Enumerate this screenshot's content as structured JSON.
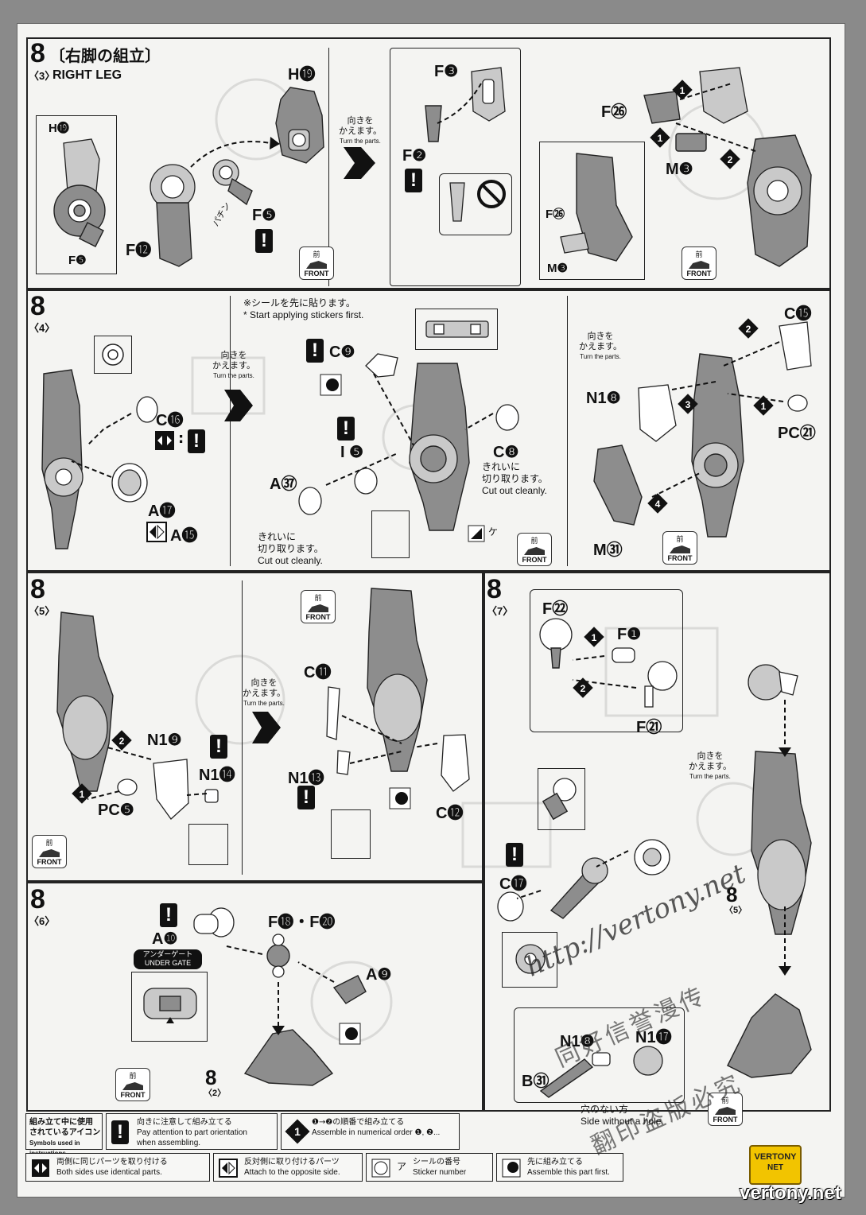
{
  "steps": {
    "s3": {
      "number": "8",
      "sub": "〈3〉",
      "title_jp": "〔右脚の組立〕",
      "title_en": "RIGHT LEG",
      "labels": {
        "h19_top": "H⓳",
        "h19_left": "H⓳",
        "f5_left": "F❺",
        "f12": "F⓬",
        "f5": "F❺",
        "f3": "F❸",
        "f2": "F❷",
        "f26": "F㉖",
        "f26_inset": "F㉖",
        "m3_inset": "M❸",
        "m3": "M❸"
      },
      "click_text": "パチン"
    },
    "s4": {
      "number": "8",
      "sub": "〈4〉",
      "labels": {
        "c16": "C⓰",
        "a17": "A⓱",
        "a15": "A⓯",
        "c9": "C❾",
        "i5": "I ❺",
        "a37": "A㊲",
        "c8": "C❽",
        "n18": "N1❽",
        "pc21": "PC㉑",
        "c15": "C⓯",
        "m31": "M㉛"
      },
      "sticker_note_jp": "※シールを先に貼ります。",
      "sticker_note_en": "* Start applying stickers first.",
      "cut_jp": "きれいに",
      "cut_jp2": "切り取ります。",
      "cut_en": "Cut out cleanly.",
      "cut2_jp": "きれいに",
      "cut2_jp2": "切り取ります。",
      "cut2_en": "Cut out cleanly.",
      "sticker_ke": "ケ"
    },
    "s5": {
      "number": "8",
      "sub": "〈5〉",
      "labels": {
        "n19": "N1❾",
        "n14": "N1⓮",
        "pc5": "PC❺",
        "c11": "C⓫",
        "n13": "N1⓭",
        "c12": "C⓬"
      }
    },
    "s6": {
      "number": "8",
      "sub": "〈6〉",
      "labels": {
        "a10": "A❿",
        "f18": "F⓲・F⓴",
        "a9": "A❾",
        "ref_num": "8",
        "ref_sub": "〈2〉"
      },
      "under_gate_jp": "アンダーゲート",
      "under_gate_en": "UNDER GATE"
    },
    "s7": {
      "number": "8",
      "sub": "〈7〉",
      "labels": {
        "f22": "F㉒",
        "f1": "F❶",
        "f21": "F㉑",
        "c17": "C⓱",
        "n18b": "N1❽",
        "n17": "N1⓱",
        "b31": "B㉛",
        "ref_num": "8",
        "ref_sub": "〈5〉"
      },
      "side_jp": "穴のない方",
      "side_en": "Side without a hole"
    }
  },
  "turn": {
    "jp1": "向きを",
    "jp2": "かえます。",
    "en": "Turn the parts."
  },
  "front": {
    "jp": "前",
    "en": "FRONT"
  },
  "legend": {
    "title_jp1": "組み立て中に使用",
    "title_jp2": "されているアイコン",
    "title_en": "Symbols used in instructions",
    "orient_jp": "向きに注意して組み立てる",
    "orient_en1": "Pay attention to part orientation",
    "orient_en2": "when assembling.",
    "order_jp": "❶→❷の順番で組み立てる",
    "order_en": "Assemble in numerical order ❶, ❷...",
    "both_jp": "両側に同じパーツを取り付ける",
    "both_en": "Both sides use identical parts.",
    "opposite_jp": "反対側に取り付けるパーツ",
    "opposite_en": "Attach to the opposite side.",
    "sticker_jp": "シールの番号",
    "sticker_en": "Sticker number",
    "sticker_icon": "ア",
    "first_jp": "先に組み立てる",
    "first_en": "Assemble this part first."
  },
  "watermark": {
    "url": "http://vertony.net",
    "cn1": "同好信誉漫传",
    "cn2": "翻印盗版必究",
    "logo1": "VERTONY",
    "logo2": "NET",
    "site": "vertony.net"
  },
  "colors": {
    "paper": "#f4f4f2",
    "ink": "#111111",
    "part_gray": "#8d8d8d",
    "logo_yellow": "#f2c400"
  }
}
